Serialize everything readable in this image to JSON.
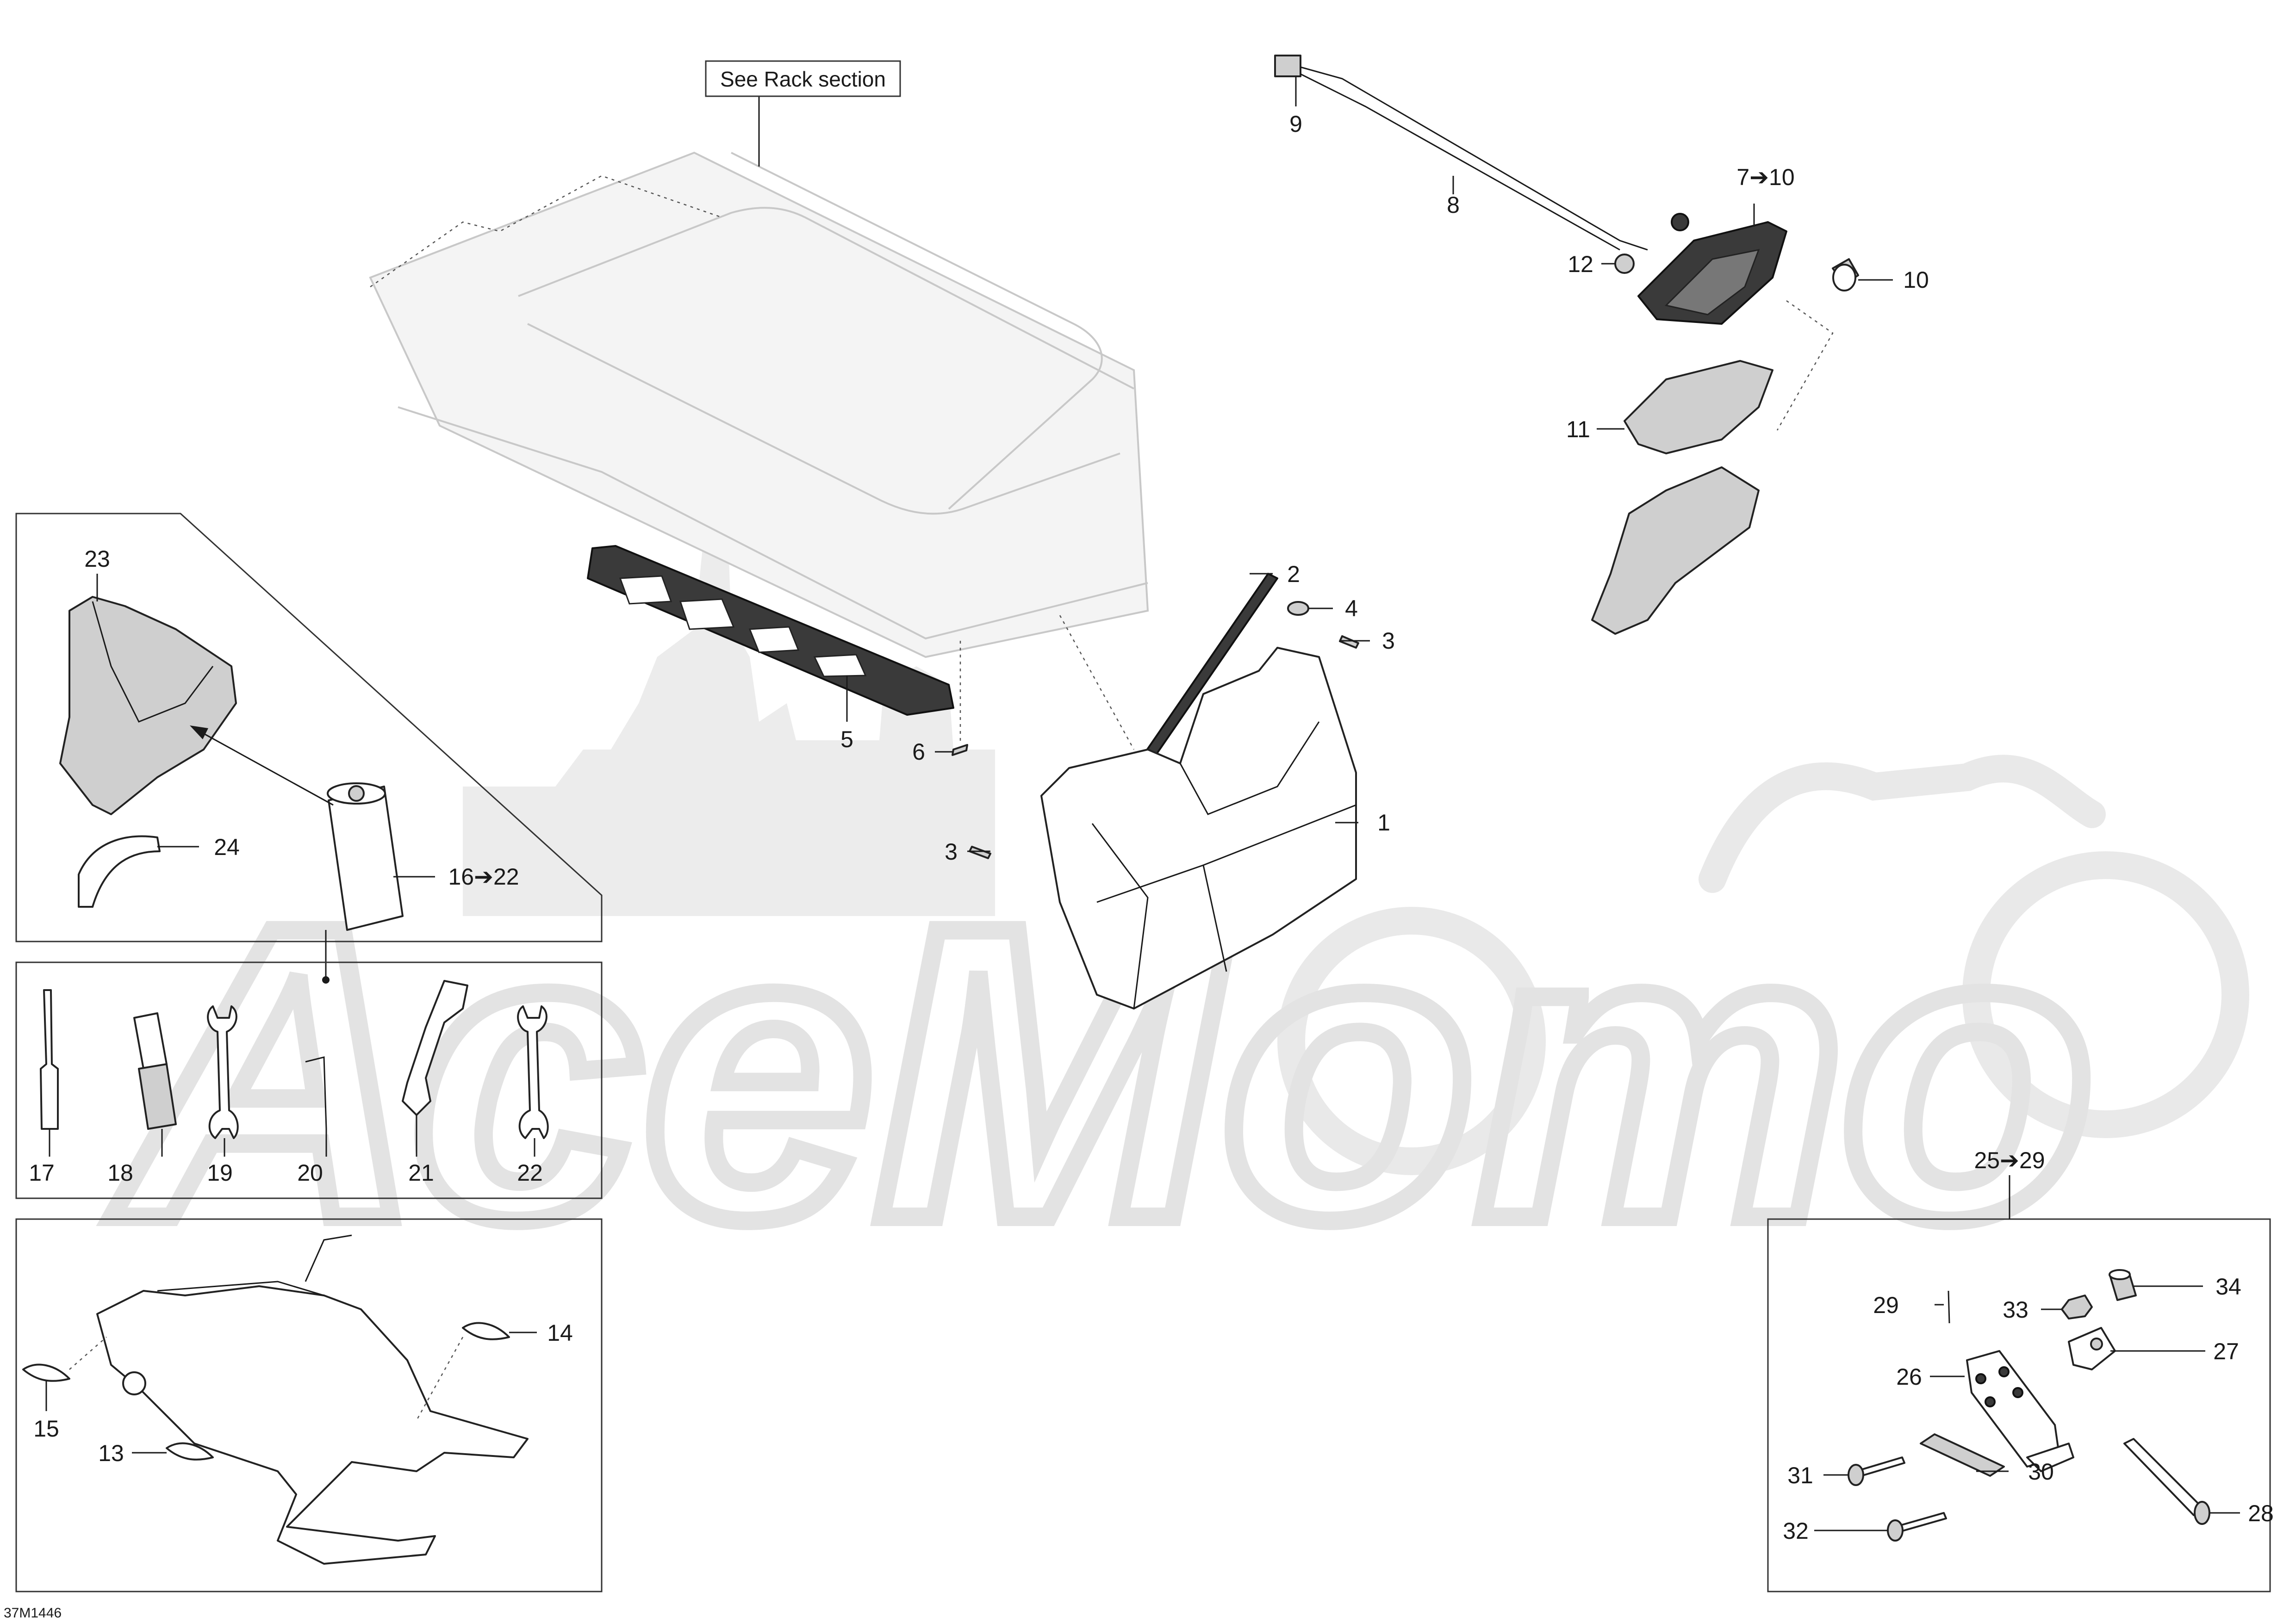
{
  "rack_note": "See Rack section",
  "drawing_code": "37M1446",
  "watermark": "АсеМото",
  "callouts": {
    "c1": "1",
    "c2": "2",
    "c3a": "3",
    "c3b": "3",
    "c4": "4",
    "c5": "5",
    "c6": "6",
    "c7_10": "7➔10",
    "c8": "8",
    "c9": "9",
    "c10": "10",
    "c11": "11",
    "c12": "12",
    "c13": "13",
    "c14": "14",
    "c15": "15",
    "c16_22": "16➔22",
    "c17": "17",
    "c18": "18",
    "c19": "19",
    "c20": "20",
    "c21": "21",
    "c22": "22",
    "c23": "23",
    "c24": "24",
    "c25_29": "25➔29",
    "c26": "26",
    "c27": "27",
    "c28": "28",
    "c29": "29",
    "c30": "30",
    "c31": "31",
    "c32": "32",
    "c33": "33",
    "c34": "34"
  }
}
